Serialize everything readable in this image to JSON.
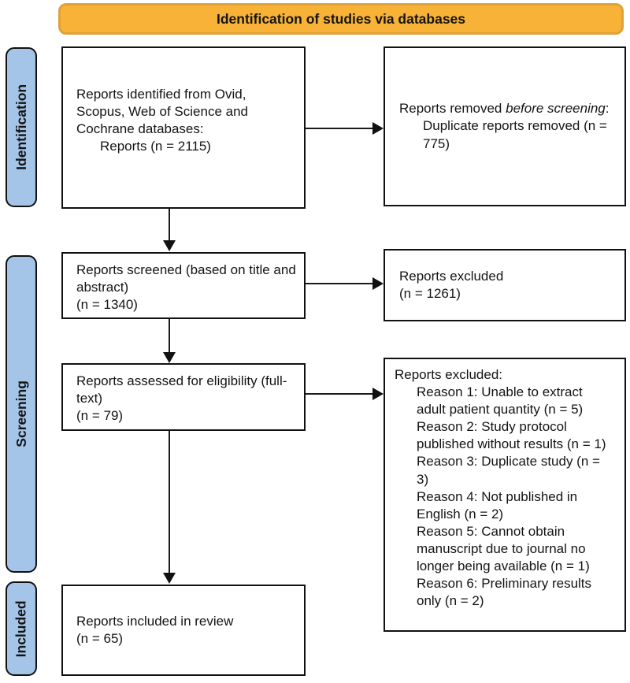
{
  "banner": {
    "label": "Identification of studies via databases",
    "bg_color": "#F7B237",
    "border_color": "#DFA238"
  },
  "phases": {
    "bg_color": "#A5C5E8",
    "identification": "Identification",
    "screening": "Screening",
    "included": "Included"
  },
  "boxes": {
    "identified": {
      "main": "Reports identified from Ovid, Scopus, Web of Science and Cochrane databases:",
      "indent": "Reports (n = 2115)"
    },
    "removed": {
      "prefix": "Reports removed ",
      "italic": "before screening",
      "suffix": ":",
      "indent": "Duplicate reports removed (n = 775)"
    },
    "screened": {
      "main": "Reports screened (based on title and abstract)",
      "count": "(n = 1340)"
    },
    "excluded_screening": {
      "main": "Reports excluded",
      "count": "(n = 1261)"
    },
    "assessed": {
      "main": "Reports assessed for eligibility (full-text)",
      "count": "(n = 79)"
    },
    "excluded_fulltext": {
      "header": "Reports excluded:",
      "reasons": [
        "Reason 1: Unable to extract adult patient quantity (n = 5)",
        "Reason 2: Study protocol published without results (n = 1)",
        "Reason 3: Duplicate study (n = 3)",
        "Reason 4: Not published in English (n = 2)",
        "Reason 5: Cannot obtain manuscript due to journal no longer being available (n = 1)",
        "Reason 6: Preliminary results only (n = 2)"
      ]
    },
    "included": {
      "main": "Reports included in review",
      "count": "(n = 65)"
    }
  }
}
